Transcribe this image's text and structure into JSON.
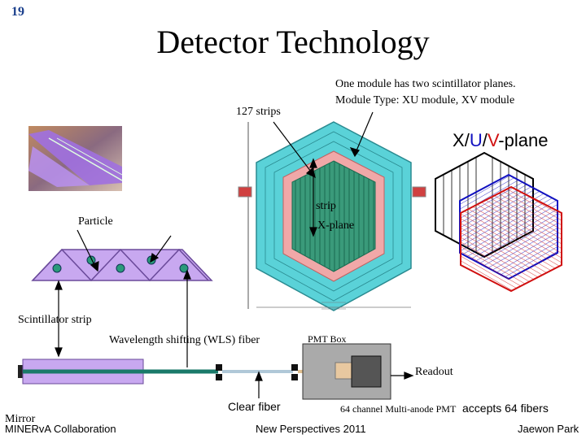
{
  "slide_number": "19",
  "title": "Detector Technology",
  "module_note": {
    "line1": "One module has two scintillator planes.",
    "line2": "Module Type: XU module, XV module"
  },
  "strips_label": "127 strips",
  "plane_title": {
    "x": "X",
    "u": "U",
    "v": "V",
    "suffix": "-plane",
    "sep": "/"
  },
  "hex_labels": {
    "strip": "strip",
    "x_plane": "X-plane"
  },
  "particle_label": "Particle",
  "scintillator_strip_label": "Scintillator strip",
  "wls_fiber_label": "Wavelength shifting (WLS) fiber",
  "pmt_box_label": "PMT Box",
  "readout_label": "Readout",
  "clear_fiber_label": "Clear fiber",
  "pmt_label": "64 channel Multi-anode PMT",
  "fibers_label": "accepts 64 fibers",
  "mirror_label": "Mirror",
  "footer": {
    "left": "MINERvA Collaboration",
    "center": "New Perspectives 2011",
    "right": "Jaewon Park"
  },
  "colors": {
    "x_plane": "#000000",
    "u_plane": "#1010c0",
    "v_plane": "#d01010",
    "module_fill": "#5ad2d8",
    "module_ring": "#f0a8a8",
    "hex_core": "#3a9a7a",
    "scintillator": "#c8a8f0"
  }
}
